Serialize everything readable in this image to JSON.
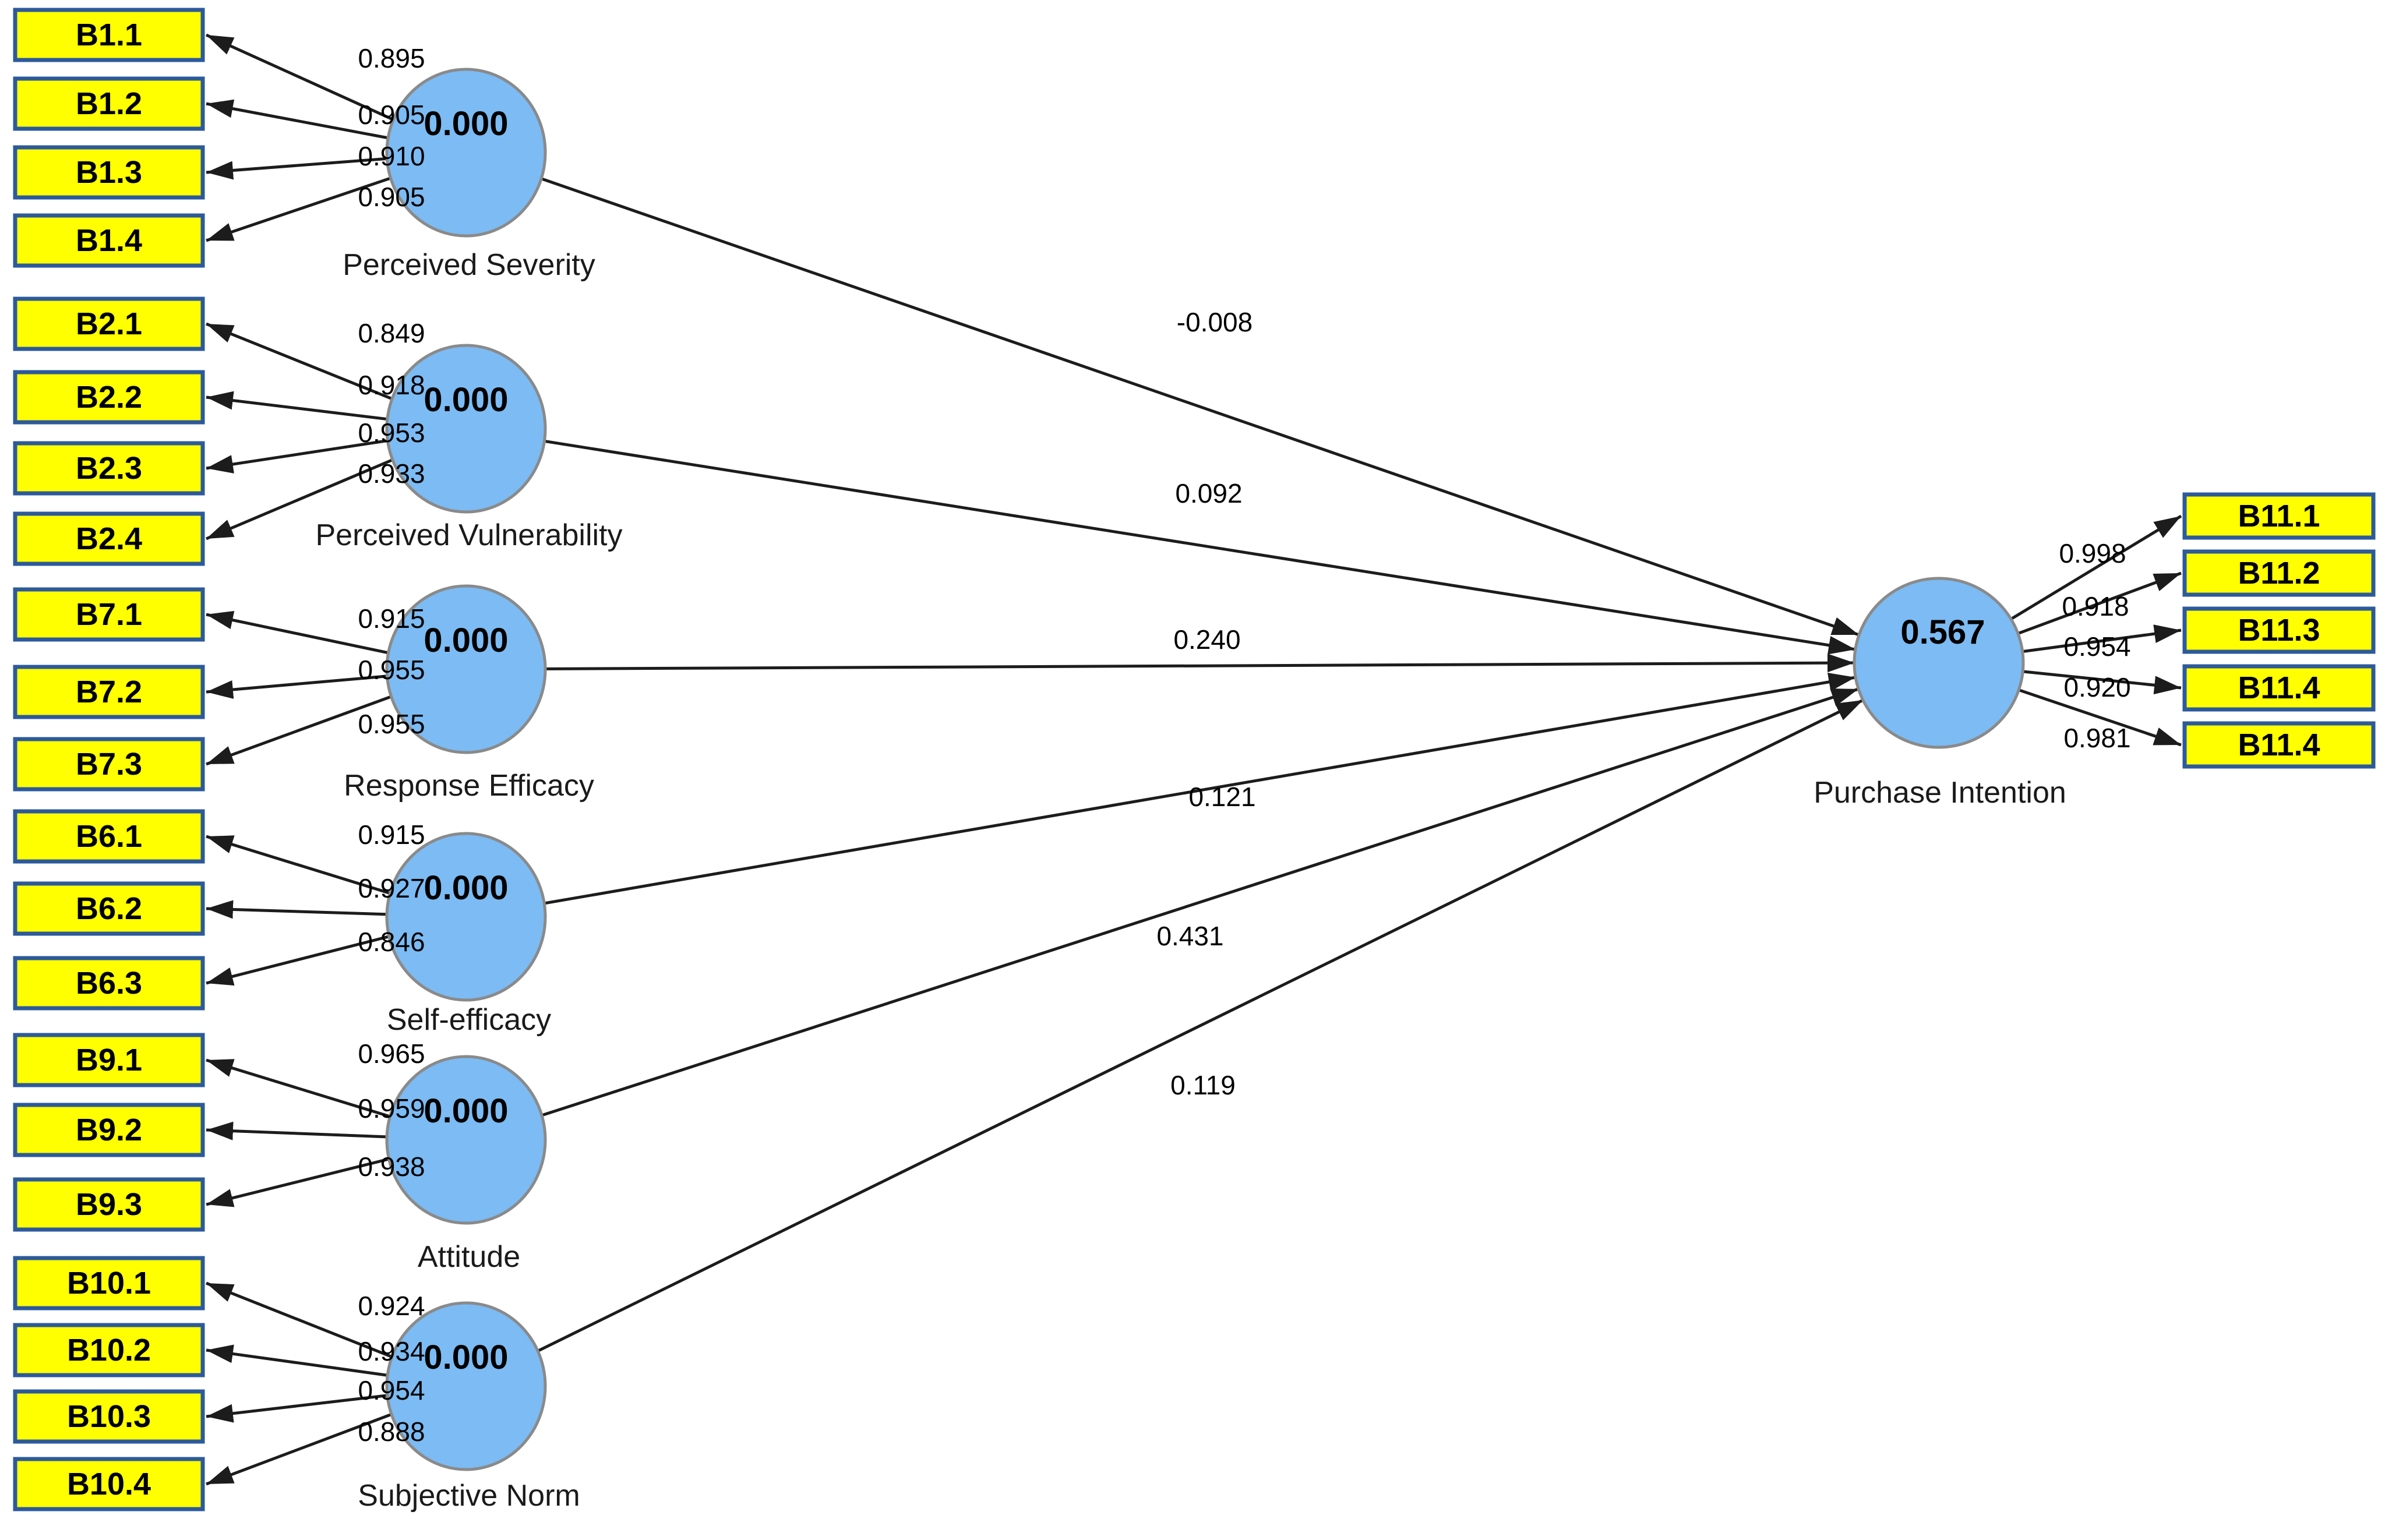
{
  "diagram_type": "PLS-SEM path model",
  "colors": {
    "indicator_fill": "#ffff00",
    "indicator_border": "#2d5a9b",
    "construct_fill": "#7cbbf3",
    "construct_border": "#8a8a8a",
    "line": "#1c1c1c",
    "text": "#000000"
  },
  "groups": [
    {
      "construct": "Perceived Severity",
      "value": "0.000",
      "items": [
        {
          "label": "B1.1",
          "loading": "0.895"
        },
        {
          "label": "B1.2",
          "loading": "0.905"
        },
        {
          "label": "B1.3",
          "loading": "0.910"
        },
        {
          "label": "B1.4",
          "loading": "0.905"
        }
      ]
    },
    {
      "construct": "Perceived Vulnerability",
      "value": "0.000",
      "items": [
        {
          "label": "B2.1",
          "loading": "0.849"
        },
        {
          "label": "B2.2",
          "loading": "0.918"
        },
        {
          "label": "B2.3",
          "loading": "0.953"
        },
        {
          "label": "B2.4",
          "loading": "0.933"
        }
      ]
    },
    {
      "construct": "Response Efficacy",
      "value": "0.000",
      "items": [
        {
          "label": "B7.1",
          "loading": "0.915"
        },
        {
          "label": "B7.2",
          "loading": "0.955"
        },
        {
          "label": "B7.3",
          "loading": "0.955"
        }
      ]
    },
    {
      "construct": "Self-efficacy",
      "value": "0.000",
      "items": [
        {
          "label": "B6.1",
          "loading": "0.915"
        },
        {
          "label": "B6.2",
          "loading": "0.927"
        },
        {
          "label": "B6.3",
          "loading": "0.846"
        }
      ]
    },
    {
      "construct": "Attitude",
      "value": "0.000",
      "items": [
        {
          "label": "B9.1",
          "loading": "0.965"
        },
        {
          "label": "B9.2",
          "loading": "0.959"
        },
        {
          "label": "B9.3",
          "loading": "0.938"
        }
      ]
    },
    {
      "construct": "Subjective Norm",
      "value": "0.000",
      "items": [
        {
          "label": "B10.1",
          "loading": "0.924"
        },
        {
          "label": "B10.2",
          "loading": "0.934"
        },
        {
          "label": "B10.3",
          "loading": "0.954"
        },
        {
          "label": "B10.4",
          "loading": "0.888"
        }
      ]
    }
  ],
  "outcome": {
    "construct": "Purchase Intention",
    "value": "0.567",
    "items": [
      {
        "label": "B11.1",
        "loading": "0.998"
      },
      {
        "label": "B11.2",
        "loading": "0.918"
      },
      {
        "label": "B11.3",
        "loading": "0.954"
      },
      {
        "label": "B11.4",
        "loading": "0.920"
      },
      {
        "label": "B11.4",
        "loading": "0.981"
      }
    ]
  },
  "paths": [
    {
      "from": "Perceived Severity",
      "to": "Purchase Intention",
      "coefficient": "-0.008"
    },
    {
      "from": "Perceived Vulnerability",
      "to": "Purchase Intention",
      "coefficient": "0.092"
    },
    {
      "from": "Response Efficacy",
      "to": "Purchase Intention",
      "coefficient": "0.240"
    },
    {
      "from": "Self-efficacy",
      "to": "Purchase Intention",
      "coefficient": "0.121"
    },
    {
      "from": "Attitude",
      "to": "Purchase Intention",
      "coefficient": "0.431"
    },
    {
      "from": "Subjective Norm",
      "to": "Purchase Intention",
      "coefficient": "0.119"
    }
  ]
}
